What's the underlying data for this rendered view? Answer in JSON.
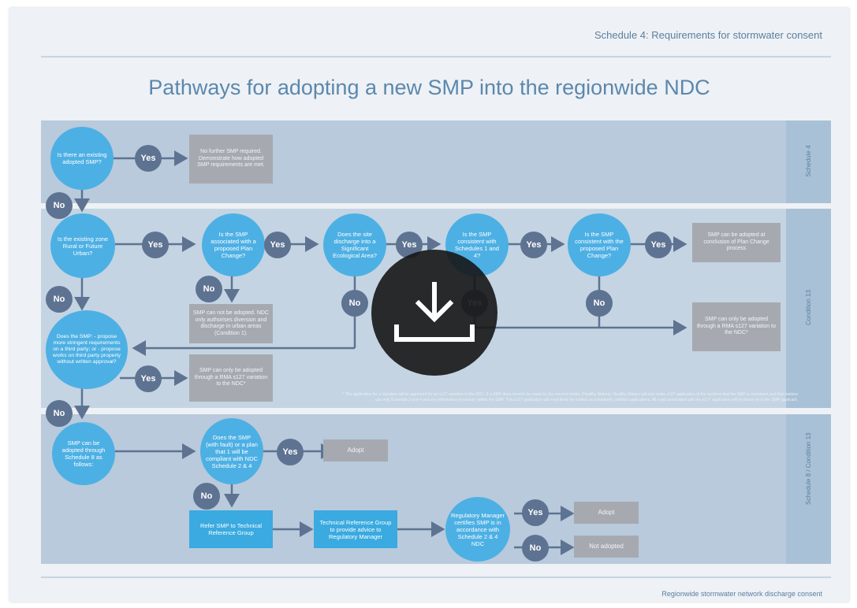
{
  "header": {
    "schedule_title": "Schedule 4: Requirements for stormwater consent",
    "main_title": "Pathways for adopting a new SMP into the regionwide NDC",
    "footer": "Regionwide stormwater network discharge consent"
  },
  "side_labels": {
    "band1": "Schedule 4",
    "band2": "Condition 13",
    "band3_line1": "Schedule 8",
    "band3_line2": "Condition 13"
  },
  "decisions": {
    "existing_smp": "Is there an existing adopted SMP?",
    "zone_rural": "Is the existing zone Rural or Future Urban?",
    "plan_change": "Is the SMP associated with a proposed Plan Change?",
    "discharge_sea": "Does the site discharge into a Significant Ecological Area?",
    "consistent_schedules": "Is the SMP consistent with Schedules 1 and 4?",
    "consistent_plan_change": "Is the SMP consistent with the proposed Plan Change?",
    "third_party": "Does the SMP: - propose more stringent requirements on a third party; or - propose works on third party property without written approval?",
    "schedule8": "SMP can be adopted through Schedule 8 as follows:",
    "checklist": "Does the SMP (with fault) or a plan that 1 will be compliant with NDC Schedule 2 & 4",
    "regulatory_manager": "Regulatory Manager certifies SMP is in accordance with Schedule 2 & 4 NDC"
  },
  "outcomes": {
    "no_further": "No further SMP required. Demonstrate how adopted SMP requirements are met.",
    "not_adopted_ndc": "SMP can not be adopted. NDC only authorises diversion and discharge in urban areas (Condition 1).",
    "conclusion_plan_change": "SMP can be adopted at conclusion of Plan Change process",
    "variation_1": "SMP can only be adopted through a RMA s127 variation to the NDC*",
    "variation_2": "SMP can only be adopted through a RMA s127 variation to the NDC*",
    "adopt_1": "Adopt",
    "adopt_2": "Adopt",
    "not_adopted": "Not adopted",
    "refer_trg": "Refer SMP to Technical Reference Group",
    "trg_advice": "Technical Reference Group to provide advice to Regulatory Manager"
  },
  "answers": {
    "yes": "Yes",
    "no": "No"
  },
  "footnote": "* The application for a Variation will be approved for an s127 variation to the NDC. If a SMP does need to be made by the consent holder (Healthy Waters). Healthy Waters will only make s127 application of the sections that the SMP is consistent and that matters can only Schedule 2 and 4 and any information necessary within the SMP. This s127 application will most likely be notified as completely certified applications. All costs associated with the s127 application will be borne on to the SMP applicant.",
  "overlay": {
    "icon": "download-icon"
  },
  "colors": {
    "decision": "#4db0e4",
    "answer_pill": "#5e7391",
    "outcome_grey": "#a6aab0",
    "outcome_blue": "#3aaae0",
    "title": "#5b88ad"
  }
}
